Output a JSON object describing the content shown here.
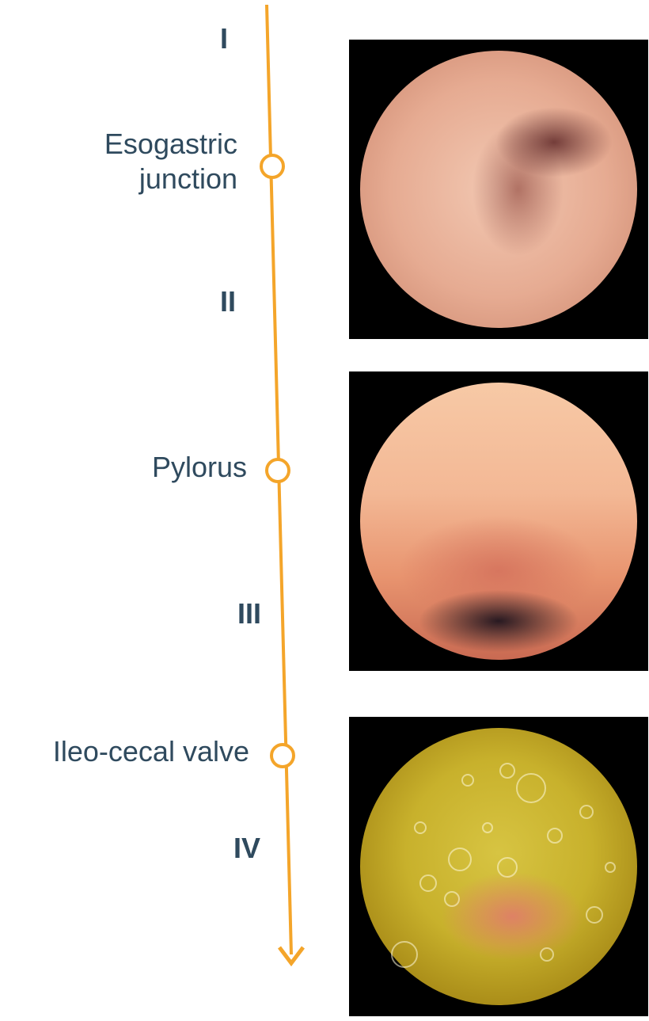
{
  "segments": [
    "I",
    "II",
    "III",
    "IV"
  ],
  "landmarks": {
    "esogastric": "Esogastric\njunction",
    "pylorus": "Pylorus",
    "ileocecal": "Ileo-cecal valve"
  },
  "colors": {
    "axis": "#f4a52a",
    "text": "#2f4a5e",
    "frame": "#000000"
  },
  "images": [
    {
      "depicts": "esogastric-junction"
    },
    {
      "depicts": "pylorus"
    },
    {
      "depicts": "ileo-cecal-valve"
    }
  ]
}
